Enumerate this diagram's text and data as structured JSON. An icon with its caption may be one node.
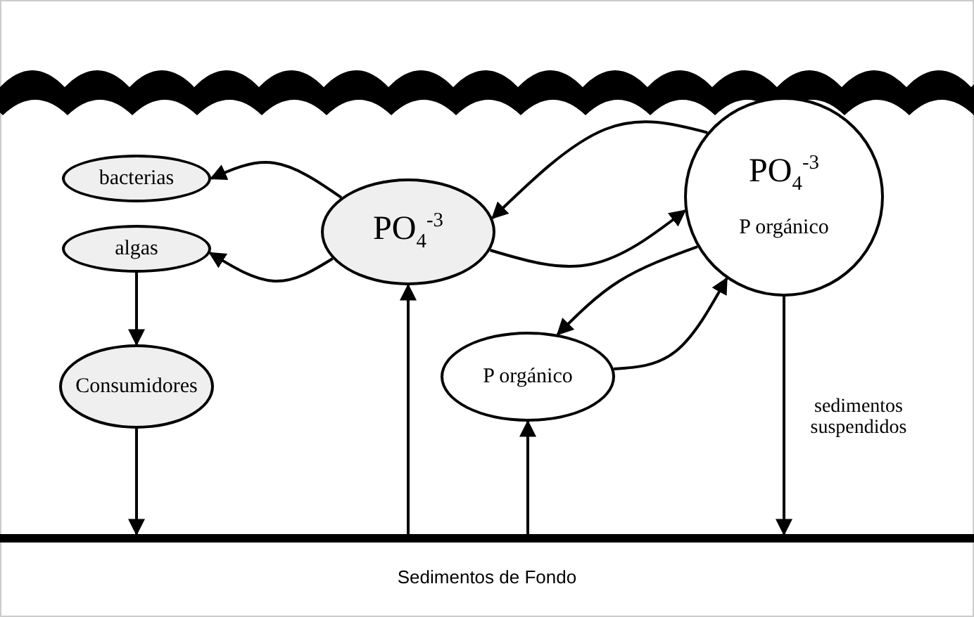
{
  "diagram": {
    "nodes": [
      {
        "text": [
          "PO$_{4}$$^{-3}$"
        ]
      },
      {
        "text": [
          "bacterias"
        ]
      },
      {
        "text": [
          "algas"
        ]
      },
      {
        "text": [
          "Consumidores"
        ]
      },
      {
        "text": [
          "PO$_{4}$$^{-3}$",
          "P orgánico"
        ]
      },
      {
        "text": [
          "P orgánico"
        ]
      },
      {
        "text": [
          "Sedimentos de Fondo"
        ]
      }
    ],
    "edges": [
      {
        "from": 0,
        "to": 1,
        "arrow": "to"
      },
      {
        "from": 0,
        "to": 2,
        "arrow": "to"
      },
      {
        "from": 2,
        "to": 3,
        "arrow": "to"
      },
      {
        "from": 3,
        "to": 6,
        "arrow": "to"
      },
      {
        "from": 6,
        "to": 0,
        "arrow": "to"
      },
      {
        "from": 4,
        "to": 0,
        "arrow": "to"
      },
      {
        "from": 0,
        "to": 4,
        "arrow": "to"
      },
      {
        "from": 4,
        "to": 5,
        "arrow": "to"
      },
      {
        "from": 5,
        "to": 4,
        "arrow": "to"
      },
      {
        "from": 6,
        "to": 5,
        "arrow": "to"
      },
      {
        "from": 4,
        "to": 6,
        "arrow": "to",
        "label": "sedimentos suspendidos"
      }
    ]
  }
}
